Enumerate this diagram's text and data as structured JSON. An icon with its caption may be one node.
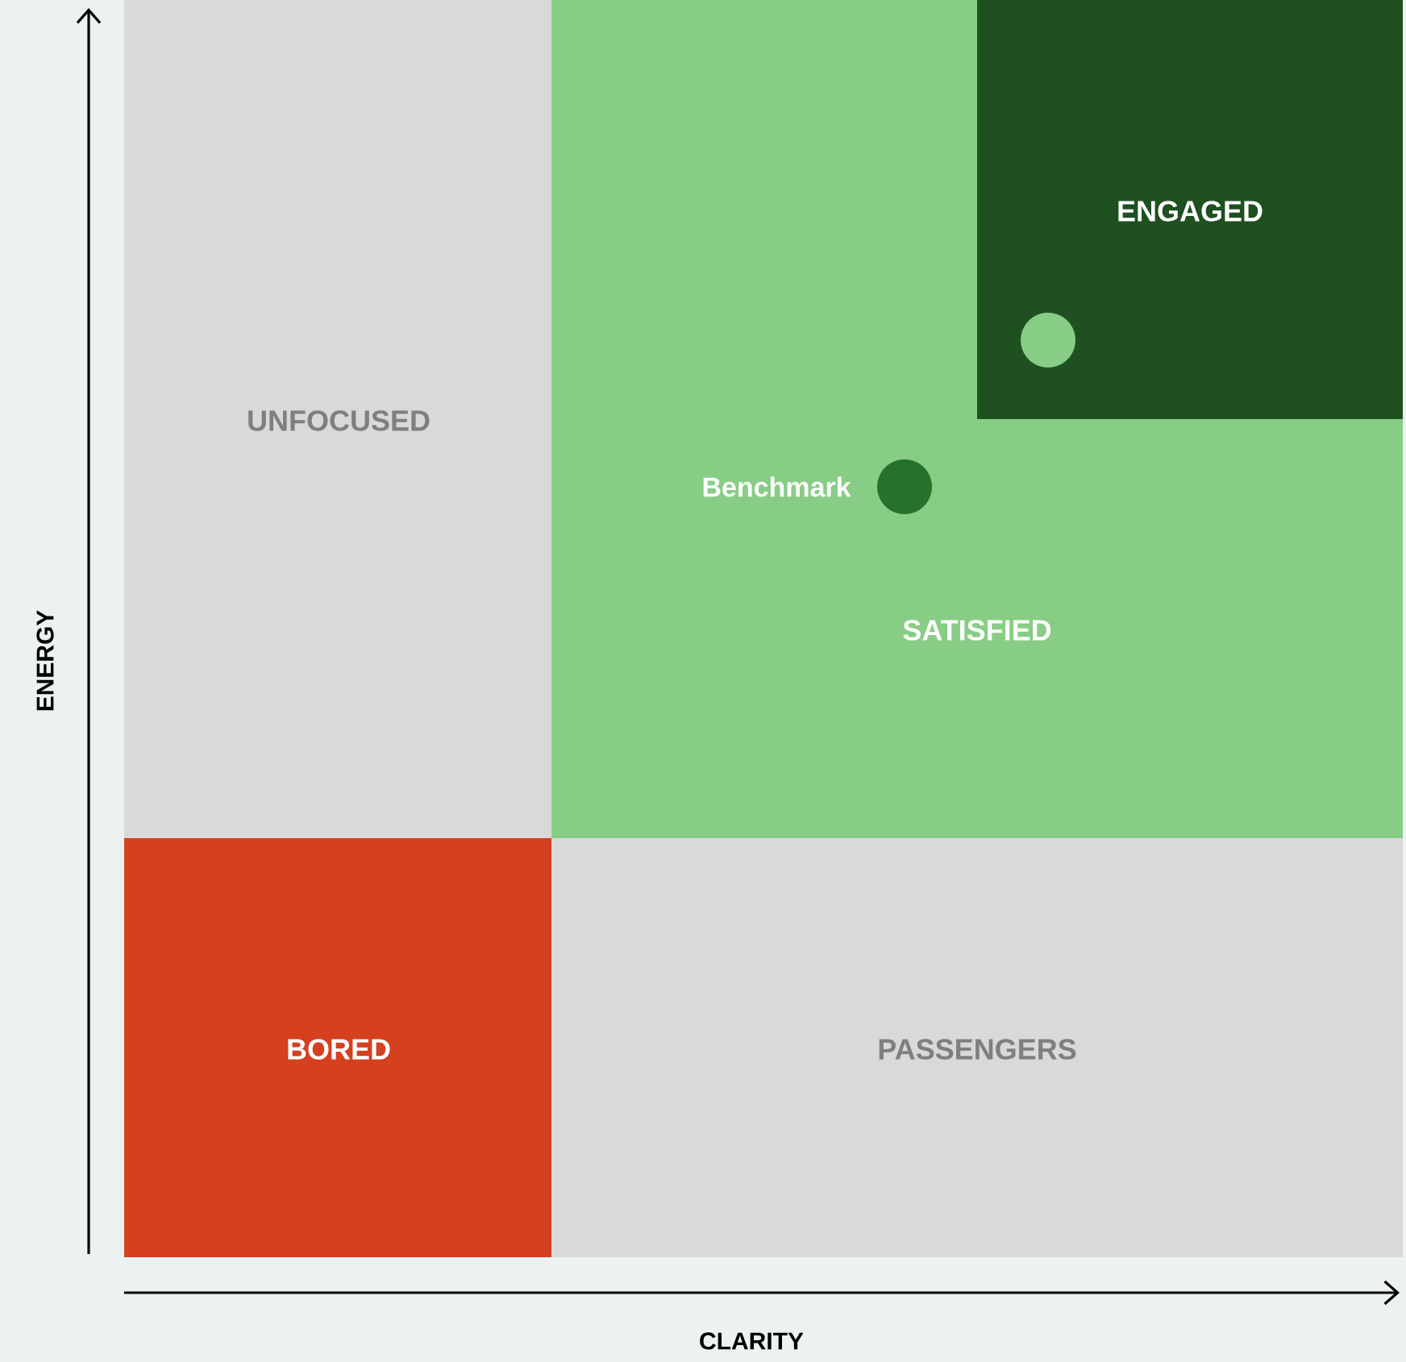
{
  "diagram": {
    "nodes": [
      {
        "text": [
          "UNFOCUSED"
        ]
      },
      {
        "text": [
          "SATISFIED"
        ]
      },
      {
        "text": [
          "ENGAGED"
        ],
        "in": 1
      },
      {
        "text": [
          "BORED"
        ]
      },
      {
        "text": [
          "PASSENGERS"
        ]
      }
    ],
    "labels": [
      "Benchmark",
      "ENERGY",
      "CLARITY"
    ]
  }
}
